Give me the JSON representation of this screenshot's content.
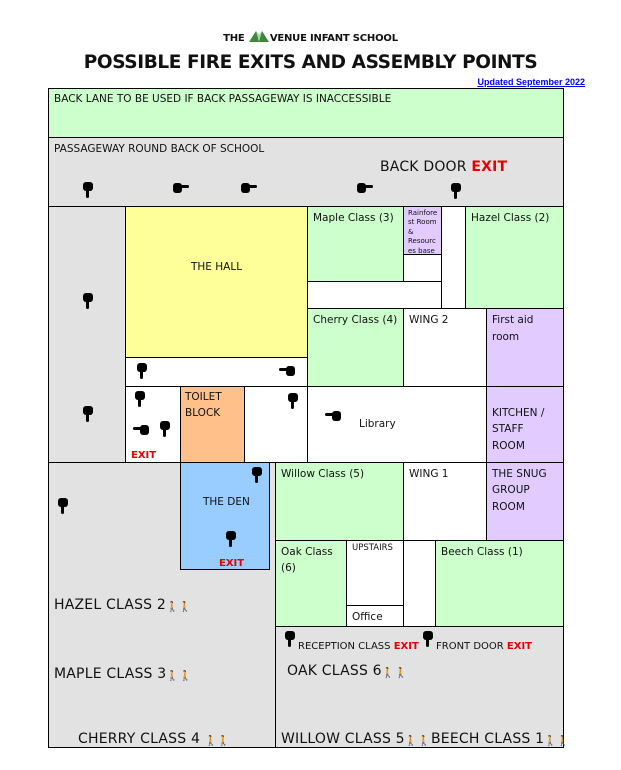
{
  "header": {
    "school_prefix": "THE ",
    "school_rest": "VENUE INFANT SCHOOL",
    "logo_icon": "triangle-a-logo-icon",
    "title": "POSSIBLE FIRE EXITS AND ASSEMBLY POINTS",
    "updated": "Updated September 2022"
  },
  "areas": {
    "back_lane": "BACK LANE  TO BE USED IF BACK PASSAGEWAY IS INACCESSIBLE",
    "passageway": "PASSAGEWAY ROUND BACK OF SCHOOL",
    "back_door": "BACK DOOR",
    "hall": "THE HALL",
    "maple": "Maple Class (3)",
    "rainforest": [
      "Rainfore",
      "st Room",
      "&",
      "Resourc",
      "es base"
    ],
    "hazel": "Hazel Class (2)",
    "cherry": "Cherry Class (4)",
    "wing2": "WING 2",
    "first_aid": [
      "First aid",
      "room"
    ],
    "toilet": [
      "TOILET",
      "BLOCK"
    ],
    "library": "Library",
    "kitchen": [
      "KITCHEN /",
      "STAFF",
      "ROOM"
    ],
    "den": "THE DEN",
    "willow": "Willow Class (5)",
    "wing1": "WING 1",
    "snug": [
      "THE SNUG",
      "GROUP",
      "ROOM"
    ],
    "oak": [
      "Oak Class",
      "(6)"
    ],
    "upstairs": "UPSTAIRS",
    "office": "Office",
    "beech": "Beech Class (1)",
    "reception": "RECEPTION CLASS",
    "front_door": "FRONT DOOR",
    "exit": "EXIT"
  },
  "assembly": {
    "hazel": "HAZEL CLASS 2",
    "maple": "MAPLE CLASS 3",
    "cherry": "CHERRY CLASS 4",
    "oak": "OAK CLASS 6",
    "willow": "WILLOW CLASS 5",
    "beech": "BEECH CLASS 1",
    "people_icon": "people-group-icon"
  },
  "colors": {
    "green": "#ccffcc",
    "grey": "#e2e2e2",
    "yellow": "#ffff99",
    "purple": "#e2ccff",
    "orange": "#ffc08a",
    "blue": "#99ccff",
    "exit_red": "#e60000",
    "updated_blue": "#0000ee"
  }
}
